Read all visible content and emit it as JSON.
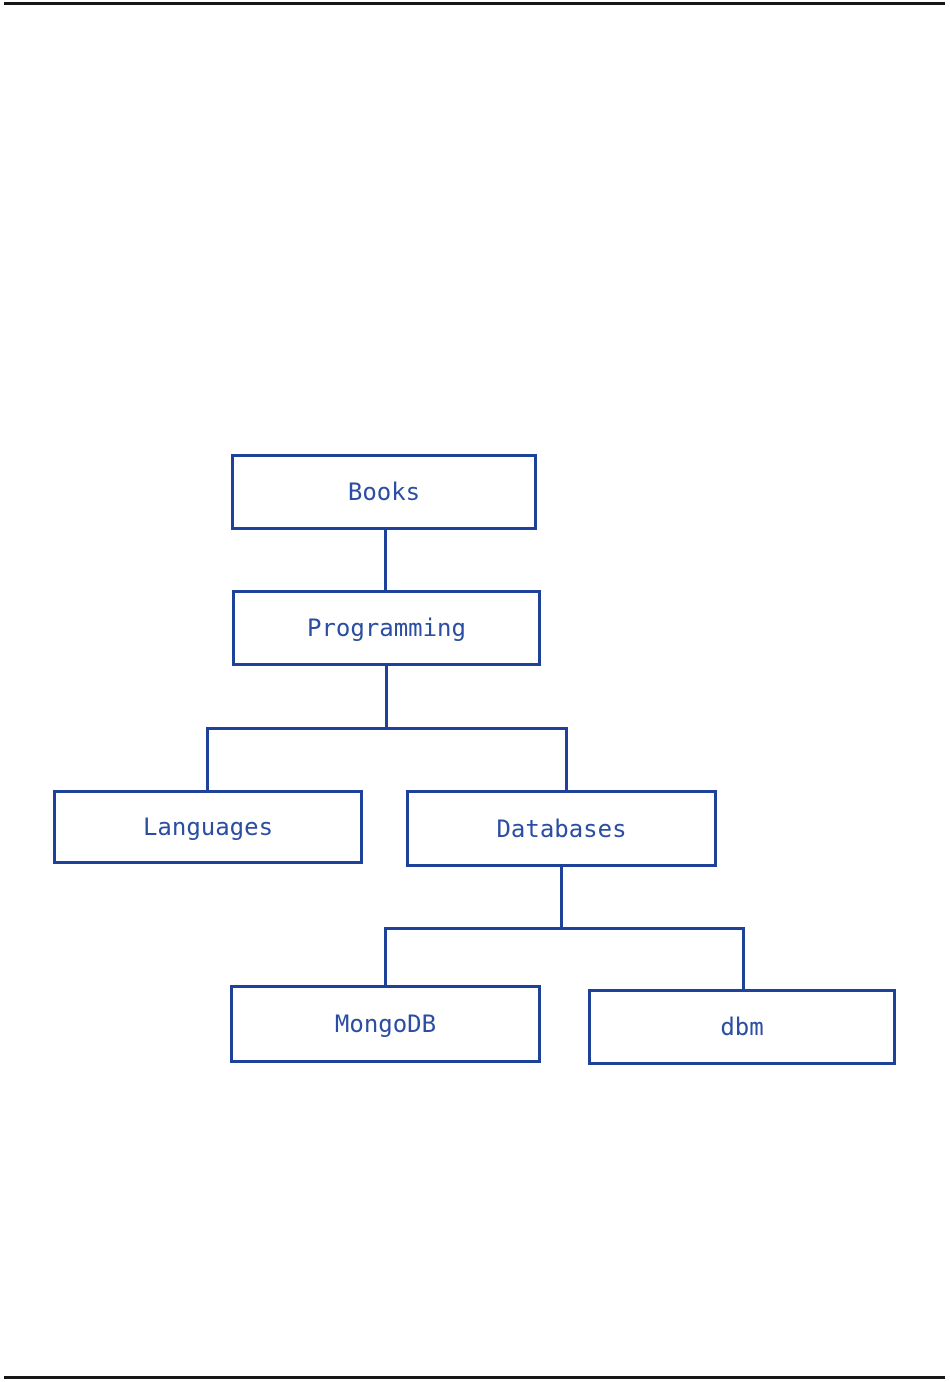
{
  "page": {
    "background_color": "#ffffff",
    "rule_color": "#161616"
  },
  "diagram": {
    "type": "tree",
    "accent_color": "#1e429a",
    "text_color": "#2b4ea2",
    "nodes": [
      {
        "id": "books",
        "label": "Books",
        "parent": null
      },
      {
        "id": "programming",
        "label": "Programming",
        "parent": "books"
      },
      {
        "id": "languages",
        "label": "Languages",
        "parent": "programming"
      },
      {
        "id": "databases",
        "label": "Databases",
        "parent": "programming"
      },
      {
        "id": "mongodb",
        "label": "MongoDB",
        "parent": "databases"
      },
      {
        "id": "dbm",
        "label": "dbm",
        "parent": "databases"
      }
    ],
    "edges": [
      {
        "from": "books",
        "to": "programming"
      },
      {
        "from": "programming",
        "to": "languages"
      },
      {
        "from": "programming",
        "to": "databases"
      },
      {
        "from": "databases",
        "to": "mongodb"
      },
      {
        "from": "databases",
        "to": "dbm"
      }
    ]
  }
}
